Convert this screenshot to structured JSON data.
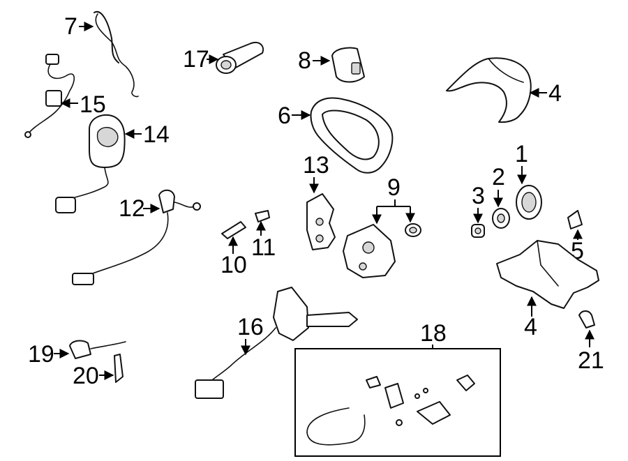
{
  "callouts": {
    "c1": "1",
    "c2": "2",
    "c3": "3",
    "c4a": "4",
    "c4b": "4",
    "c5": "5",
    "c6": "6",
    "c7": "7",
    "c8": "8",
    "c9": "9",
    "c10": "10",
    "c11": "11",
    "c12": "12",
    "c13": "13",
    "c14": "14",
    "c15": "15",
    "c16": "16",
    "c17": "17",
    "c18": "18",
    "c19": "19",
    "c20": "20",
    "c21": "21"
  },
  "style": {
    "line_color": "#111111",
    "background": "#ffffff",
    "part_fill": "#ffffff",
    "shade_fill": "#d7d7d7"
  }
}
